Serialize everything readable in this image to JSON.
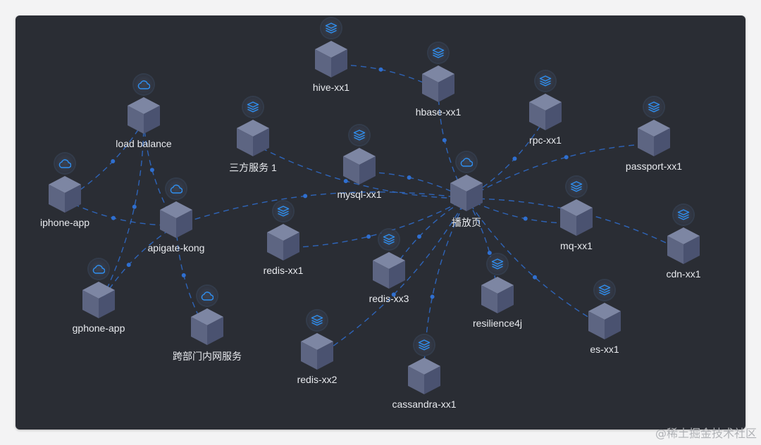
{
  "colors": {
    "background": "#2a2d34",
    "edge": "#2f6fd0",
    "icon": "#2f8ff0",
    "cube_top": "#7d86a3",
    "cube_left": "#5d6582",
    "cube_right": "#4a5270",
    "label": "#e8eaee"
  },
  "nodes": [
    {
      "id": "load-balance",
      "label": "load balance",
      "icon": "cloud-icon"
    },
    {
      "id": "iphone-app",
      "label": "iphone-app",
      "icon": "cloud-icon"
    },
    {
      "id": "apigate-kong",
      "label": "apigate-kong",
      "icon": "cloud-icon"
    },
    {
      "id": "gphone-app",
      "label": "gphone-app",
      "icon": "cloud-icon"
    },
    {
      "id": "cross-dept",
      "label": "跨部门内网服务",
      "icon": "cloud-icon"
    },
    {
      "id": "third-party",
      "label": "三方服务 1",
      "icon": "database-icon"
    },
    {
      "id": "hive-xx1",
      "label": "hive-xx1",
      "icon": "database-icon"
    },
    {
      "id": "hbase-xx1",
      "label": "hbase-xx1",
      "icon": "database-icon"
    },
    {
      "id": "mysql-xx1",
      "label": "mysql-xx1",
      "icon": "database-icon"
    },
    {
      "id": "redis-xx1",
      "label": "redis-xx1",
      "icon": "database-icon"
    },
    {
      "id": "redis-xx3",
      "label": "redis-xx3",
      "icon": "database-icon"
    },
    {
      "id": "redis-xx2",
      "label": "redis-xx2",
      "icon": "database-icon"
    },
    {
      "id": "cassandra-xx1",
      "label": "cassandra-xx1",
      "icon": "database-icon"
    },
    {
      "id": "play-page",
      "label": "播放页",
      "icon": "cloud-icon"
    },
    {
      "id": "resilience4j",
      "label": "resilience4j",
      "icon": "database-icon"
    },
    {
      "id": "rpc-xx1",
      "label": "rpc-xx1",
      "icon": "database-icon"
    },
    {
      "id": "passport-xx1",
      "label": "passport-xx1",
      "icon": "database-icon"
    },
    {
      "id": "mq-xx1",
      "label": "mq-xx1",
      "icon": "database-icon"
    },
    {
      "id": "cdn-xx1",
      "label": "cdn-xx1",
      "icon": "database-icon"
    },
    {
      "id": "es-xx1",
      "label": "es-xx1",
      "icon": "database-icon"
    }
  ],
  "edges": [
    [
      "load-balance",
      "iphone-app"
    ],
    [
      "load-balance",
      "apigate-kong"
    ],
    [
      "load-balance",
      "gphone-app"
    ],
    [
      "iphone-app",
      "apigate-kong"
    ],
    [
      "gphone-app",
      "apigate-kong"
    ],
    [
      "apigate-kong",
      "cross-dept"
    ],
    [
      "apigate-kong",
      "play-page"
    ],
    [
      "third-party",
      "play-page"
    ],
    [
      "hive-xx1",
      "hbase-xx1"
    ],
    [
      "hbase-xx1",
      "play-page"
    ],
    [
      "mysql-xx1",
      "play-page"
    ],
    [
      "redis-xx1",
      "play-page"
    ],
    [
      "redis-xx3",
      "play-page"
    ],
    [
      "redis-xx2",
      "play-page"
    ],
    [
      "cassandra-xx1",
      "play-page"
    ],
    [
      "resilience4j",
      "play-page"
    ],
    [
      "rpc-xx1",
      "play-page"
    ],
    [
      "passport-xx1",
      "play-page"
    ],
    [
      "mq-xx1",
      "play-page"
    ],
    [
      "cdn-xx1",
      "play-page"
    ],
    [
      "es-xx1",
      "play-page"
    ]
  ],
  "watermark": "@稀土掘金技术社区"
}
